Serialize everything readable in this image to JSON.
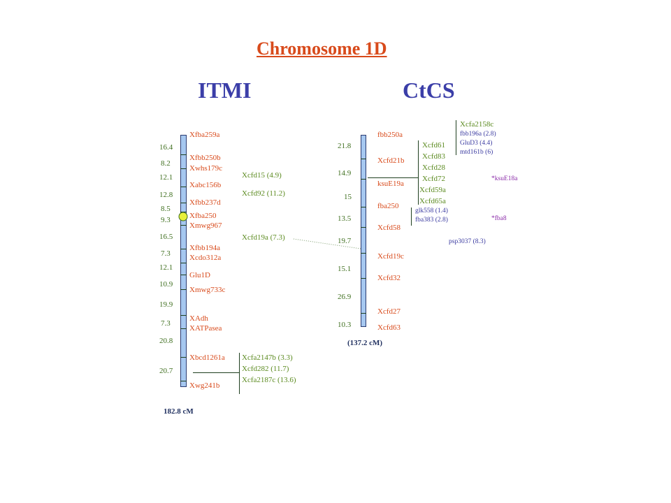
{
  "title": "Chromosome 1D",
  "itmi": {
    "heading": "ITMI",
    "total": "182.8 cM",
    "markers": [
      "Xfba259a",
      "Xfbb250b",
      "Xwhs179c",
      "Xabc156b",
      "Xfbb237d",
      "Xfba250",
      "Xmwg967",
      "Xfbb194a",
      "Xcdo312a",
      "Glu1D",
      "Xmwg733c",
      "XAdh",
      "XATPasea",
      "Xbcd1261a",
      "Xwg241b"
    ],
    "distances": [
      "16.4",
      "8.2",
      "12.1",
      "12.8",
      "8.5",
      "9.3",
      "16.5",
      "7.3",
      "12.1",
      "10.9",
      "19.9",
      "7.3",
      "20.8",
      "20.7"
    ],
    "satellite": [
      "Xcfd15 (4.9)",
      "Xcfd92 (11.2)",
      "Xcfd19a (7.3)"
    ],
    "bottom_group": [
      "Xcfa2147b (3.3)",
      "Xcfd282 (11.7)",
      "Xcfa2187c (13.6)"
    ]
  },
  "ctcs": {
    "heading": "CtCS",
    "total": "(137.2 cM)",
    "markers": [
      "fbb250a",
      "Xcfd21b",
      "ksuE19a",
      "fba250",
      "Xcfd58",
      "Xcfd19c",
      "Xcfd32",
      "Xcfd27",
      "Xcfd63"
    ],
    "distances": [
      "21.8",
      "14.9",
      "15",
      "13.5",
      "19.7",
      "15.1",
      "26.9",
      "10.3"
    ],
    "group_a": [
      "Xcfd61",
      "Xcfd83",
      "Xcfd28",
      "Xcfd72",
      "Xcfd59a",
      "Xcfd65a"
    ],
    "top_bold": "Xcfa2158c",
    "top_group": [
      "fbb196a (2.8)",
      "GluD3 (4.4)",
      "mtd161b (6)"
    ],
    "mid_group": [
      "glk558 (1.4)",
      "fba383 (2.8)"
    ],
    "star1": "*ksuE18a",
    "star2": "*fba8",
    "psp": "psp3037 (8.3)"
  }
}
